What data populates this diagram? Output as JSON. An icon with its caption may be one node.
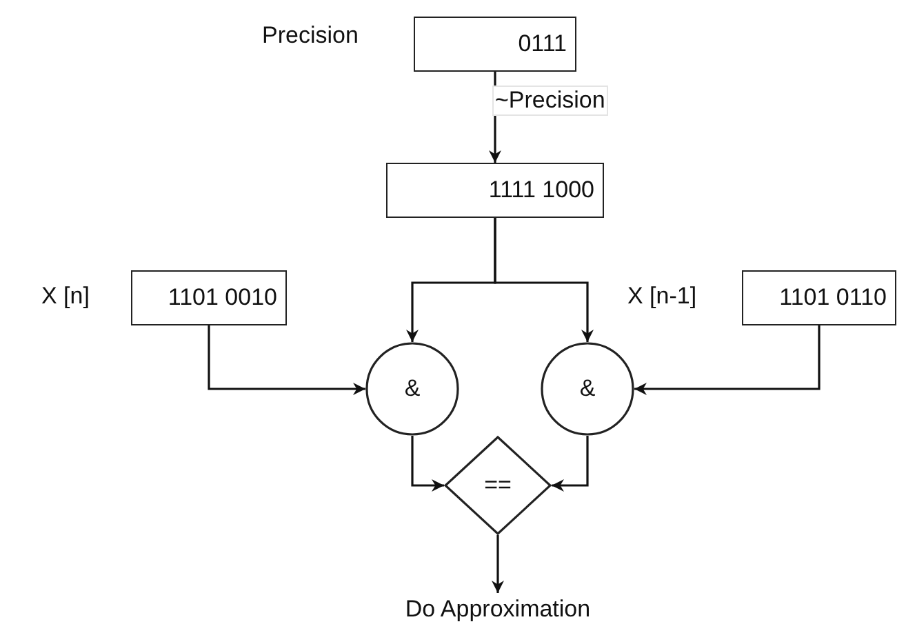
{
  "diagram": {
    "nodes": [
      {
        "text": [
          "0111"
        ],
        "beside": [
          "Precision"
        ]
      },
      {
        "text": [
          "1111 1000"
        ]
      },
      {
        "text": [
          "1101 0010"
        ],
        "beside": [
          "X [n]"
        ]
      },
      {
        "text": [
          "1101 0110"
        ],
        "beside": [
          "X [n-1]"
        ]
      },
      {
        "text": [
          "&"
        ]
      },
      {
        "text": [
          "&"
        ]
      },
      {
        "text": [
          "=="
        ]
      },
      {
        "text": [
          "Do Approximation"
        ]
      }
    ],
    "edges": [
      {
        "from": 0,
        "to": 1,
        "arrow": "to",
        "label": "~Precision"
      },
      {
        "from": 1,
        "to": 4,
        "arrow": "to"
      },
      {
        "from": 1,
        "to": 5,
        "arrow": "to"
      },
      {
        "from": 2,
        "to": 4,
        "arrow": "to"
      },
      {
        "from": 3,
        "to": 5,
        "arrow": "to"
      },
      {
        "from": 4,
        "to": 6,
        "arrow": "to"
      },
      {
        "from": 5,
        "to": 6,
        "arrow": "to"
      },
      {
        "from": 6,
        "to": 7,
        "arrow": "to"
      }
    ]
  }
}
